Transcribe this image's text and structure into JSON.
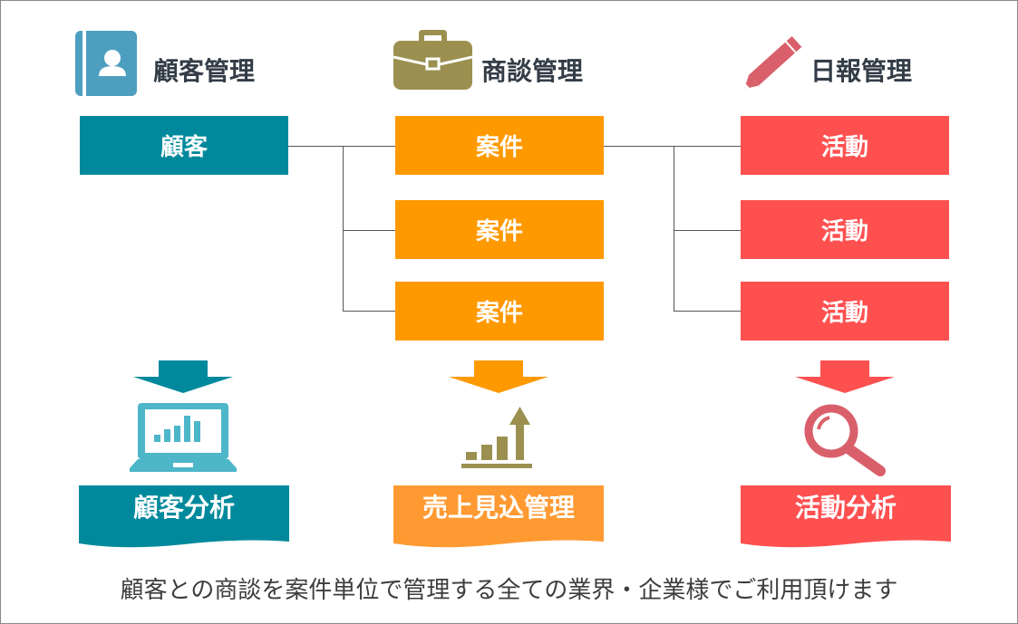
{
  "columns": [
    {
      "title": "顧客管理",
      "icon": "address-book-icon",
      "boxes": [
        "顧客"
      ],
      "result": "顧客分析",
      "result_icon": "laptop-chart-icon",
      "color": "#00899c"
    },
    {
      "title": "商談管理",
      "icon": "briefcase-icon",
      "boxes": [
        "案件",
        "案件",
        "案件"
      ],
      "result": "売上見込管理",
      "result_icon": "growth-chart-icon",
      "color": "#ff9900"
    },
    {
      "title": "日報管理",
      "icon": "pencil-icon",
      "boxes": [
        "活動",
        "活動",
        "活動"
      ],
      "result": "活動分析",
      "result_icon": "magnifier-icon",
      "color": "#ff5050"
    }
  ],
  "footer": "顧客との商談を案件単位で管理する全ての業界・企業様でご利用頂けます"
}
